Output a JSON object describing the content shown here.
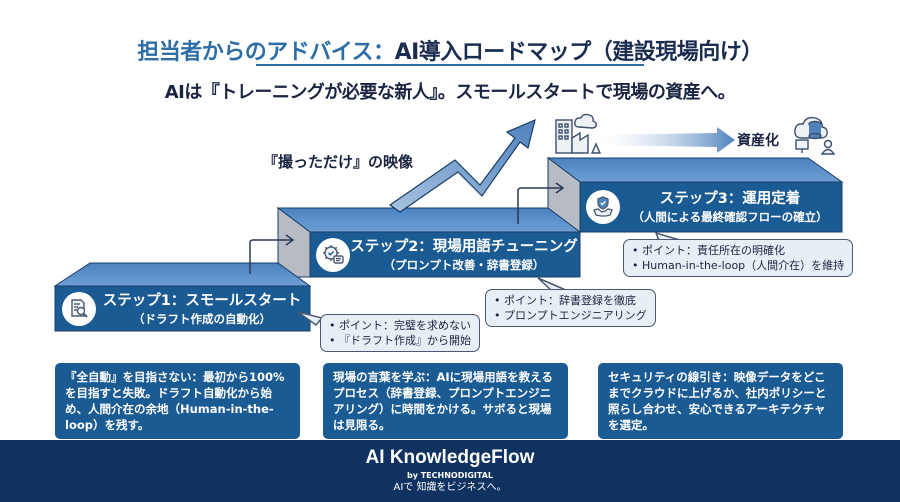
{
  "header": {
    "title_part1": "担当者からのアドバイス：",
    "title_part2": "AI導入ロードマップ（建設現場向け）",
    "subtitle": "AIは『トレーニングが必要な新人』。スモールスタートで現場の資産へ。"
  },
  "diagram": {
    "raw_video_label": "『撮っただけ』の映像",
    "asset_label": "資産化",
    "steps": [
      {
        "title": "ステップ1：スモールスタート",
        "subtitle": "（ドラフト作成の自動化）",
        "icon": "document-search-icon",
        "points": [
          "ポイント：完璧を求めない",
          "『ドラフト作成』から開始"
        ]
      },
      {
        "title": "ステップ2：現場用語チューニング",
        "subtitle": "（プロンプト改善・辞書登録）",
        "icon": "gear-chat-icon",
        "points": [
          "ポイント：辞書登録を徹底",
          "プロンプトエンジニアリング"
        ]
      },
      {
        "title": "ステップ3：運用定着",
        "subtitle": "（人間による最終確認フローの確立）",
        "icon": "shield-handshake-icon",
        "points": [
          "ポイント：責任所在の明確化",
          "Human-in-the-loop（人間介在）を維持"
        ]
      }
    ]
  },
  "advice_cards": [
    {
      "text": "『全自動』を目指さない：最初から100%を目指すと失敗。ドラフト自動化から始め、人間介在の余地（Human-in-the-loop）を残す。"
    },
    {
      "text": "現場の言葉を学ぶ：AIに現場用語を教えるプロセス（辞書登録、プロンプトエンジニアリング）に時間をかける。サボると現場は見限る。"
    },
    {
      "text": "セキュリティの線引き：映像データをどこまでクラウドに上げるか、社内ポリシーと照らし合わせ、安心できるアーキテクチャを選定。"
    }
  ],
  "footer": {
    "brand": "AI KnowledgeFlow",
    "by": "by TECHNODIGITAL",
    "tagline": "AIで 知識をビジネスへ。"
  },
  "colors": {
    "title_blue": "#2e6ea6",
    "navy": "#1a2c50",
    "step_front": "#1b5b94",
    "step_top": "#5b8fc9",
    "step_side": "#b7bcc4",
    "card_bg": "#1b5b94",
    "footer_bg": "#0f3261",
    "bubble_bg": "#e8eef5"
  }
}
